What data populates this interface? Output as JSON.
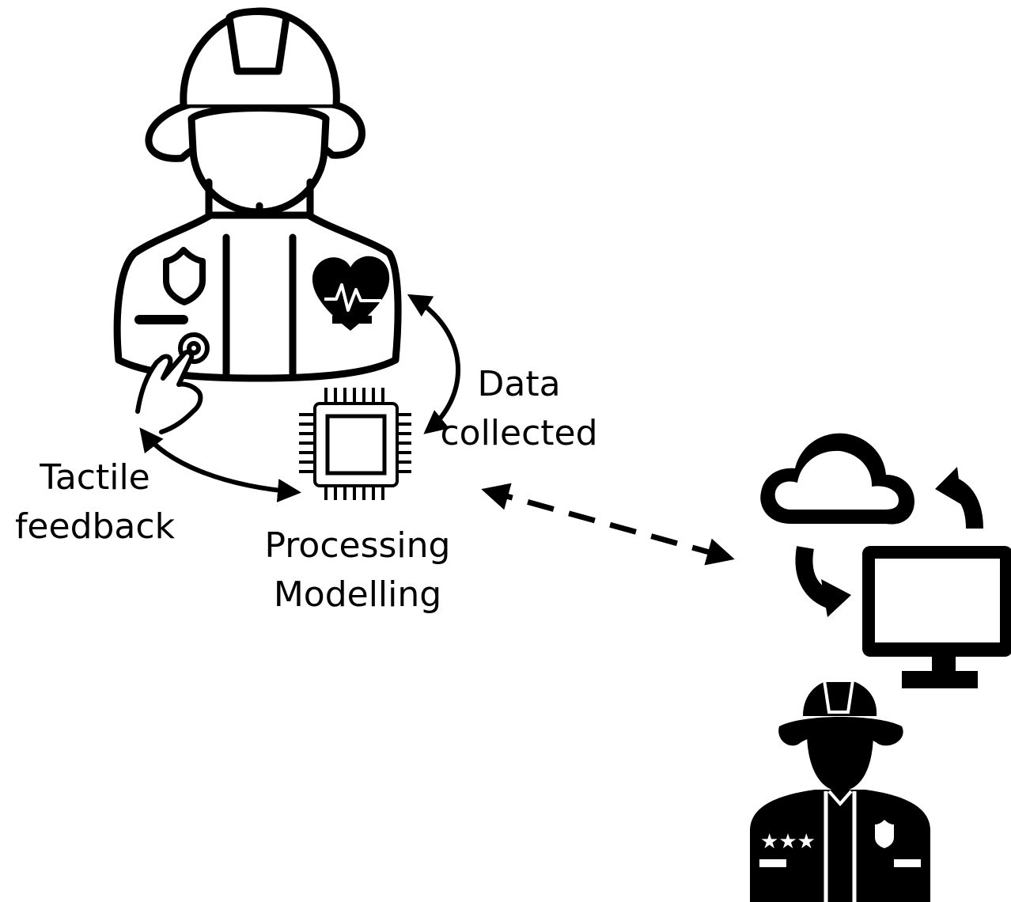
{
  "labels": {
    "data_line1": "Data",
    "data_line2": "collected",
    "tactile_line1": "Tactile",
    "tactile_line2": "feedback",
    "proc_line1": "Processing",
    "proc_line2": "Modelling"
  },
  "icons": {
    "firefighter": "firefighter-outline-icon",
    "heart": "heart-pulse-icon",
    "badge": "shield-badge-icon",
    "hand": "hand-touch-icon",
    "chip": "processor-chip-icon",
    "cloud": "cloud-icon",
    "monitor": "monitor-icon",
    "commander": "firefighter-commander-icon"
  },
  "colors": {
    "ink": "#000000",
    "paper": "#ffffff"
  }
}
